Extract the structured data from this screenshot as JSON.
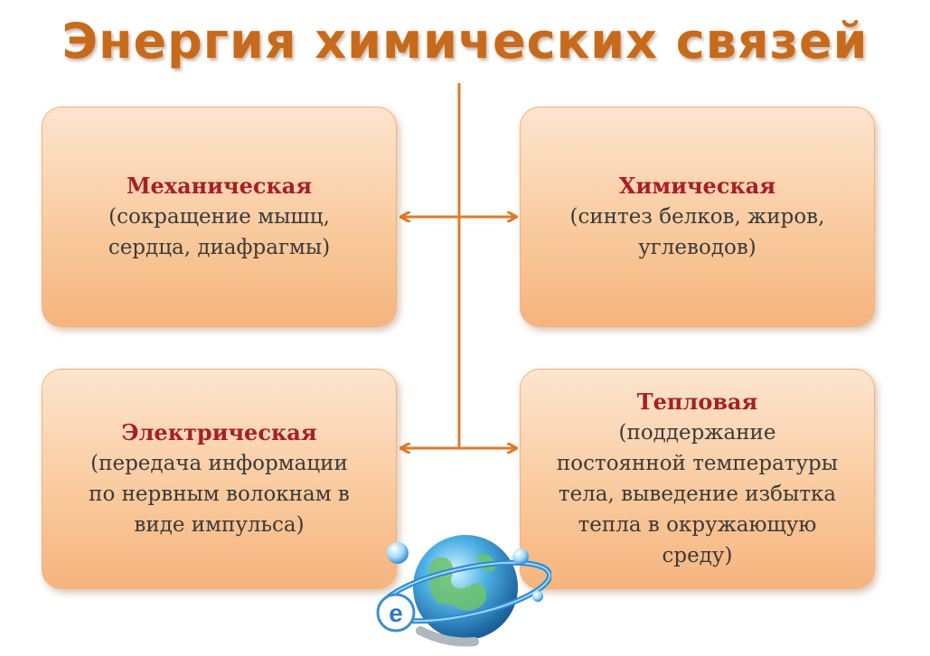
{
  "title": "Энергия химических связей",
  "boxes": {
    "mechanical": {
      "heading": "Механическая",
      "lines": [
        "(сокращение мышц,",
        "сердца, диафрагмы)"
      ]
    },
    "chemical": {
      "heading": "Химическая",
      "lines": [
        "(синтез белков, жиров,",
        "углеводов)"
      ]
    },
    "electrical": {
      "heading": "Электрическая",
      "lines": [
        "(передача информации",
        "по нервным волокнам в",
        "виде импульса)"
      ]
    },
    "thermal": {
      "heading": "Тепловая",
      "lines": [
        "(поддержание",
        "постоянной температуры",
        "тела, выведение избытка",
        "тепла в окружающую",
        "среду)"
      ]
    }
  },
  "colors": {
    "title": "#c86a1c",
    "heading": "#a81f25",
    "connector": "#e07a2a",
    "box_fill": "#f9c89a"
  },
  "decoration": {
    "icon": "globe-with-e-logo-icon"
  }
}
